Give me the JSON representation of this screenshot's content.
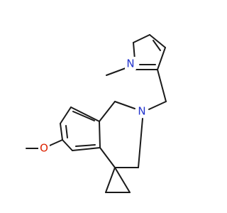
{
  "molecule": {
    "atoms": {
      "n_pyrrole": {
        "label": "N",
        "color": "#2233cc"
      },
      "n_amine": {
        "label": "N",
        "color": "#2233cc"
      },
      "o_methoxy": {
        "label": "O",
        "color": "#dd2200"
      }
    }
  }
}
